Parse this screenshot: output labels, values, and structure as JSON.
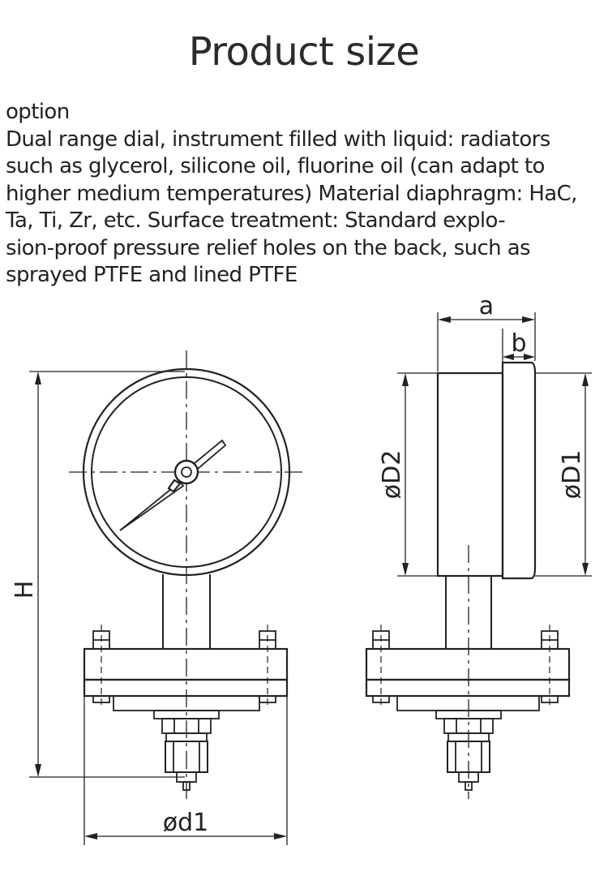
{
  "header": {
    "title": "Product size"
  },
  "description": {
    "lines": [
      "option",
      "Dual range dial, instrument filled with liquid: radiators",
      "such as glycerol, silicone oil, fluorine oil (can adapt to",
      "higher medium temperatures) Material diaphragm: HaC,",
      "Ta, Ti, Zr, etc. Surface treatment: Standard explo-",
      "sion-proof pressure relief holes on the back, such as",
      "sprayed PTFE and lined PTFE"
    ]
  },
  "drawing": {
    "front_view": {
      "height_label": "H",
      "connection_diameter_label": "ød1"
    },
    "side_view": {
      "width_label": "a",
      "bezel_label": "b",
      "case_diameter_label": "øD2",
      "dial_diameter_label": "øD1"
    }
  },
  "colors": {
    "line": "#222222",
    "text": "#222222",
    "background": "#ffffff"
  }
}
